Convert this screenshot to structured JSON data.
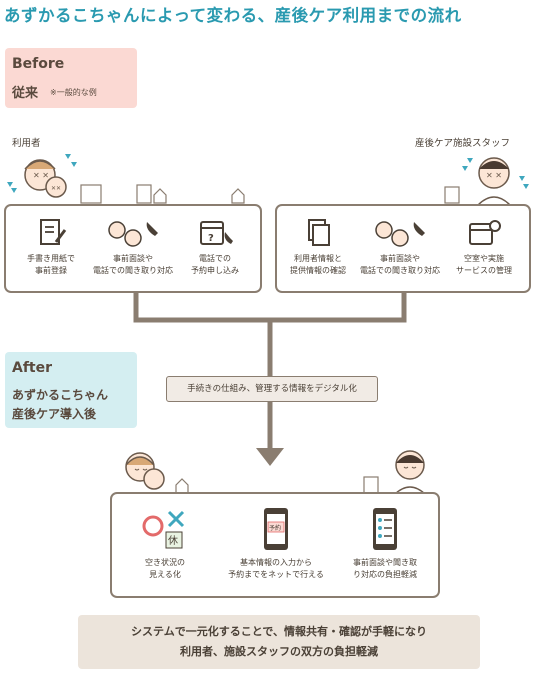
{
  "title": "あずかるこちゃんによって変わる、産後ケア利用までの流れ",
  "before": {
    "label": "Before",
    "sub": "従来",
    "note": "※一般的な例"
  },
  "roles": {
    "left": "利用者",
    "right": "産後ケア施設スタッフ"
  },
  "before_user_items": [
    {
      "icon": "handwritten-form-icon",
      "label": "手書き用紙で\n事前登録"
    },
    {
      "icon": "phone-consultation-icon",
      "label": "事前面談や\n電話での聞き取り対応"
    },
    {
      "icon": "phone-calendar-icon",
      "label": "電話での\n予約申し込み"
    }
  ],
  "before_staff_items": [
    {
      "icon": "documents-icon",
      "label": "利用者情報と\n提供情報の確認"
    },
    {
      "icon": "phone-consultation-icon",
      "label": "事前面談や\n電話での聞き取り対応"
    },
    {
      "icon": "calendar-gear-icon",
      "label": "空室や実施\nサービスの管理"
    }
  ],
  "after": {
    "label": "After",
    "sub1": "あずかるこちゃん",
    "sub2": "産後ケア導入後"
  },
  "transition_text": "手続きの仕組み、管理する情報をデジタル化",
  "after_items": [
    {
      "icon": "availability-icon",
      "label": "空き状況の\n見える化",
      "badge": "休"
    },
    {
      "icon": "smartphone-reservation-icon",
      "label": "基本情報の入力から\n予約までをネットで行える",
      "badge": "予約"
    },
    {
      "icon": "checklist-phone-icon",
      "label": "事前面談や聞き取\nり対応の負担軽減"
    }
  ],
  "result": {
    "line1": "システムで一元化することで、情報共有・確認が手軽になり",
    "line2": "利用者、施設スタッフの双方の負担軽減"
  },
  "colors": {
    "title": "#2a9ab0",
    "before_bg": "#fbd9d3",
    "after_bg": "#d4eef1",
    "border": "#8a7d70",
    "result_bg": "#ece4db",
    "accent_red": "#e36a6a",
    "accent_teal": "#3fa7be"
  }
}
